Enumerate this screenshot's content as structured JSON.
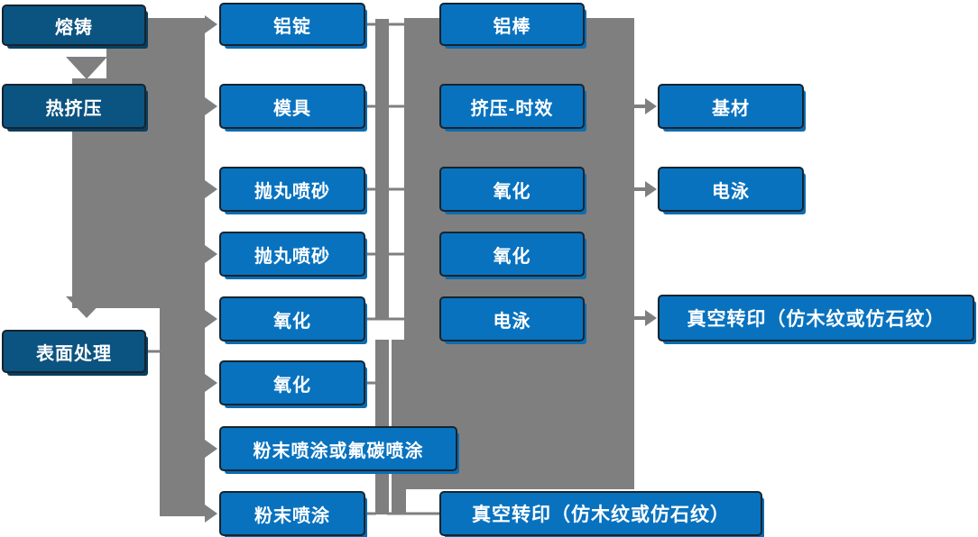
{
  "colors": {
    "process_box_blue": "#0872BF",
    "stage_box_dark_blue": "#0B5380",
    "connector_gray": "#7F7F7F",
    "box_border": "#17242E",
    "box_text": "#FFFFFF",
    "background": "#FFFFFF"
  },
  "diagram": {
    "stage_column": [
      {
        "label": "熔铸"
      },
      {
        "label": "热挤压"
      },
      {
        "label": "表面处理"
      }
    ],
    "process_column": [
      {
        "label": "铝锭"
      },
      {
        "label": "模具"
      },
      {
        "label": "抛丸喷砂"
      },
      {
        "label": "抛丸喷砂"
      },
      {
        "label": "氧化"
      },
      {
        "label": "氧化"
      },
      {
        "label": "粉末喷涂或氟碳喷涂"
      },
      {
        "label": "粉末喷涂"
      }
    ],
    "treatment_column": [
      {
        "label": "铝棒"
      },
      {
        "label": "挤压-时效"
      },
      {
        "label": "氧化"
      },
      {
        "label": "氧化"
      },
      {
        "label": "电泳"
      },
      {
        "label": "真空转印（仿木纹或仿石纹）"
      }
    ],
    "output_column": [
      {
        "label": "基材"
      },
      {
        "label": "电泳"
      },
      {
        "label": "真空转印（仿木纹或仿石纹）"
      }
    ]
  }
}
